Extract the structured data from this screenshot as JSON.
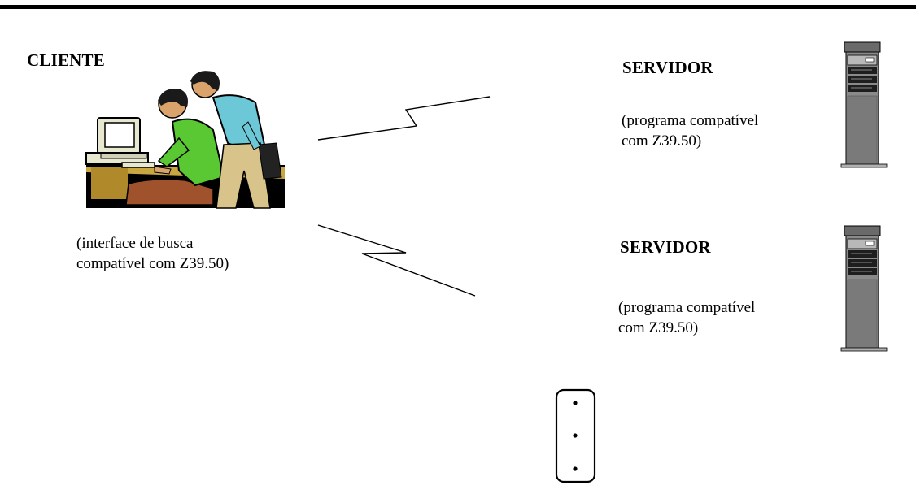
{
  "client": {
    "title": "CLIENTE",
    "caption_line1": "(interface de busca",
    "caption_line2": "compatível com Z39.50)"
  },
  "servers": [
    {
      "title": "SERVIDOR",
      "caption_line1": "(programa compatível",
      "caption_line2": "com Z39.50)"
    },
    {
      "title": "SERVIDOR",
      "caption_line1": "(programa compatível",
      "caption_line2": "com Z39.50)"
    }
  ],
  "icons": {
    "client": "users-at-computer-icon",
    "server": "server-tower-icon",
    "link": "network-link-icon",
    "more": "vertical-ellipsis-icon"
  }
}
